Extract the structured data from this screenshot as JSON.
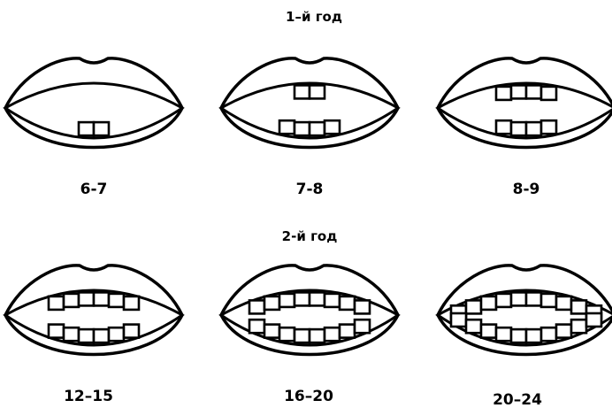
{
  "sections": [
    {
      "title": "1–й год",
      "stages": [
        {
          "label": "6-7",
          "upper_teeth": 0,
          "lower_teeth": 2
        },
        {
          "label": "7-8",
          "upper_teeth": 2,
          "lower_teeth": 4
        },
        {
          "label": "8-9",
          "upper_teeth": 4,
          "lower_teeth": 4
        }
      ]
    },
    {
      "title": "2-й год",
      "stages": [
        {
          "label": "12–15",
          "upper_teeth": 6,
          "lower_teeth": 6
        },
        {
          "label": "16–20",
          "upper_teeth": 8,
          "lower_teeth": 8
        },
        {
          "label": "20–24",
          "upper_teeth": 10,
          "lower_teeth": 10
        }
      ]
    }
  ],
  "colors": {
    "line": "#000000",
    "background": "#ffffff"
  }
}
